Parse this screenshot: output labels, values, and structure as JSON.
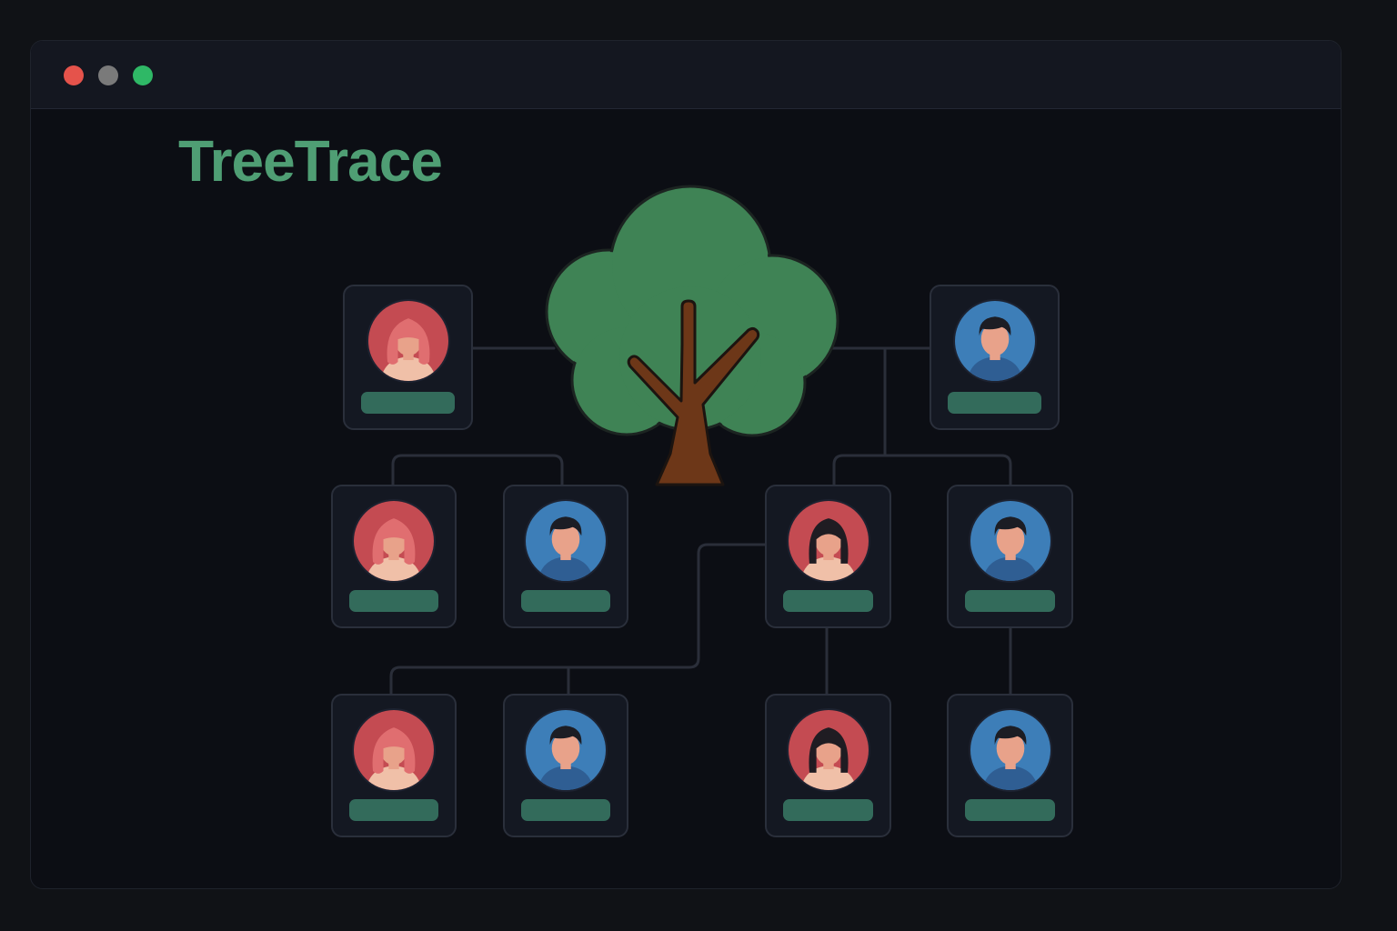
{
  "window": {
    "title": "TreeTrace",
    "controls": [
      "close-dot",
      "minimize-dot",
      "maximize-dot"
    ]
  },
  "colors": {
    "background": "#101216",
    "window": "#0c0e14",
    "titlebar": "#141720",
    "brand": "#4f9e74",
    "close": "#e5534b",
    "minimize": "#7a7a7a",
    "maximize": "#2fb866",
    "card": "#141822",
    "card_border": "#2a2f3b",
    "name_bar": "#336b5b",
    "female_avatar": "#c44b52",
    "male_avatar": "#3d7eb8",
    "tree_foliage": "#3f8355",
    "tree_trunk": "#6d3718",
    "connector": "#2a2e39"
  },
  "icons": {
    "tree": "tree-icon",
    "female": "female-avatar-icon",
    "male": "male-avatar-icon"
  },
  "members": [
    {
      "id": "g1-female",
      "gender": "female",
      "hair": "long-loose"
    },
    {
      "id": "g1-male",
      "gender": "male",
      "hair": "short"
    },
    {
      "id": "g2-female-left",
      "gender": "female",
      "hair": "long-loose"
    },
    {
      "id": "g2-male-left",
      "gender": "male",
      "hair": "short"
    },
    {
      "id": "g2-female-right",
      "gender": "female",
      "hair": "long-dark"
    },
    {
      "id": "g2-male-right",
      "gender": "male",
      "hair": "short"
    },
    {
      "id": "g3-female-left",
      "gender": "female",
      "hair": "long-loose"
    },
    {
      "id": "g3-male-left",
      "gender": "male",
      "hair": "short"
    },
    {
      "id": "g3-female-right",
      "gender": "female",
      "hair": "long-dark"
    },
    {
      "id": "g3-male-right",
      "gender": "male",
      "hair": "short"
    }
  ]
}
